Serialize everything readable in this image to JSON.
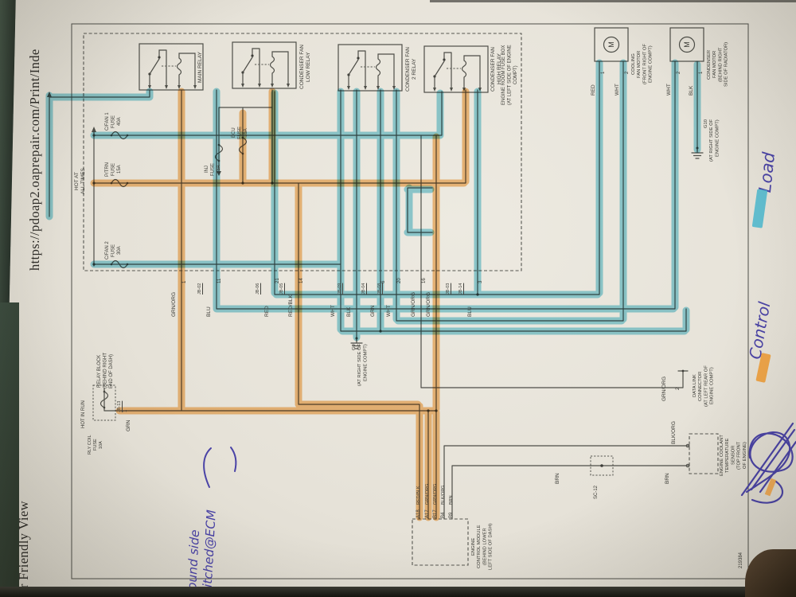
{
  "colors": {
    "highlight_blue": "#4fbdd2",
    "highlight_orange": "#f29d38",
    "pen_ink": "#4a43a6",
    "print_line": "#4e4e48",
    "paper": "#e6e2d8",
    "table": "#36463a"
  },
  "header": {
    "url": "https://pdoap2.oaprepair.com/Print/Inde",
    "title": "Printer Friendly View"
  },
  "page_code": "219384",
  "engine_room_box": {
    "label": "ENGINE ROOM FUSE BOX\n(AT LEFT SIDE OF ENGINE COMPT)",
    "hot_at_all_times": "HOT AT\nALL TIMES",
    "relays": [
      {
        "name": "MAIN RELAY"
      },
      {
        "name": "CONDENSER FAN\nLOW RELAY"
      },
      {
        "name": "CONDENSER FAN\n2 RELAY"
      },
      {
        "name": "CONDENSER FAN\nHIGH RELAY"
      }
    ],
    "fuses": [
      {
        "name": "C/FAN 1\nFUSE\n40A"
      },
      {
        "name": "P/TRN\nFUSE\n15A"
      },
      {
        "name": "C/FAN 2\nFUSE\n30A"
      },
      {
        "name": "INJ\nFUSE\n15A"
      },
      {
        "name": "ECU\nFUSE\n15A"
      }
    ]
  },
  "exits": [
    {
      "color": "GRN/ORG",
      "pin": "1",
      "conn": ""
    },
    {
      "color": "BLU",
      "pin": "11",
      "conn": "JB-02"
    },
    {
      "color": "RED",
      "pin": "21",
      "conn": "JB-06"
    },
    {
      "color": "RED/BLK",
      "pin": "14",
      "conn": "JB-05"
    },
    {
      "color": "WHT",
      "pin": "",
      "conn": ""
    },
    {
      "color": "BLK",
      "pin": "",
      "conn": "JB-09"
    },
    {
      "color": "GRN",
      "pin": "6",
      "conn": "JB-04"
    },
    {
      "color": "WHT",
      "pin": "20",
      "conn": "JB-08"
    },
    {
      "color": "GRN/ORG",
      "pin": "16",
      "conn": ""
    },
    {
      "color": "GRN/ORG",
      "pin": "",
      "conn": "JB-03"
    },
    {
      "color": "BLU",
      "pin": "3",
      "conn": "JB-14"
    }
  ],
  "relay_block": {
    "label": "RELAY BLOCK\n(BEHIND RIGHT\nEND OF DASH)",
    "hot_in_run": "HOT IN RUN",
    "fuse": "RLY COIL\nFUSE\n10A",
    "conn": "JB-13",
    "pin": "1",
    "wire": "GRN"
  },
  "motors": {
    "m": "M",
    "cooling": {
      "label": "COOLING\nFAN MOTOR\n(FRONT RIGHT OF\nENGINE COMPT)",
      "wires": [
        {
          "color": "RED",
          "pin": "1"
        },
        {
          "color": "WHT",
          "pin": "2"
        }
      ]
    },
    "condenser": {
      "label": "CONDENSER\nFAN MOTOR\n(BEHIND RIGHT\nSIDE OF RADIATOR)",
      "wires": [
        {
          "color": "WHT",
          "pin": "2"
        },
        {
          "color": "BLK",
          "pin": "1"
        }
      ]
    }
  },
  "grounds": {
    "g9": "G9\n(AT RIGHT SIDE OF\nENGINE COMPT)",
    "g10": "G10\n(AT RIGHT SIDE OF\nENGINE COMPT)"
  },
  "dlc": {
    "label": "DATA LINK\nCONNECTOR\n(AT LEFT REAR OF\nENGINE COMPT)",
    "pin": "2",
    "wire": "GRN/ORG"
  },
  "ect": {
    "label": "ENGINE COOLANT\nTEMPERATURE\nSENSOR\n(TOP FRONT\nOF ENGINE)",
    "wire_top": "BLK/ORG",
    "wire_bottom": "BRN",
    "wire_bottom2": "BRN",
    "splice": "SC-12"
  },
  "ecm": {
    "label": "ENGINE\nCONTROL MODULE\n(BEHIND LOWER\nLEFT SIDE OF DASH)",
    "pins": [
      {
        "pin": "A18",
        "color": "RED/BLK"
      },
      {
        "pin": "A17",
        "color": "GRN/ORG"
      },
      {
        "pin": "B17",
        "color": "GRN/ORG"
      },
      {
        "pin": "B4",
        "color": "BLK/ORG"
      },
      {
        "pin": "B9",
        "color": "BRN"
      }
    ]
  },
  "handwriting": {
    "note": "Ground side\nSwitched@ECM",
    "legend_load": "Load",
    "legend_control": "Control"
  }
}
